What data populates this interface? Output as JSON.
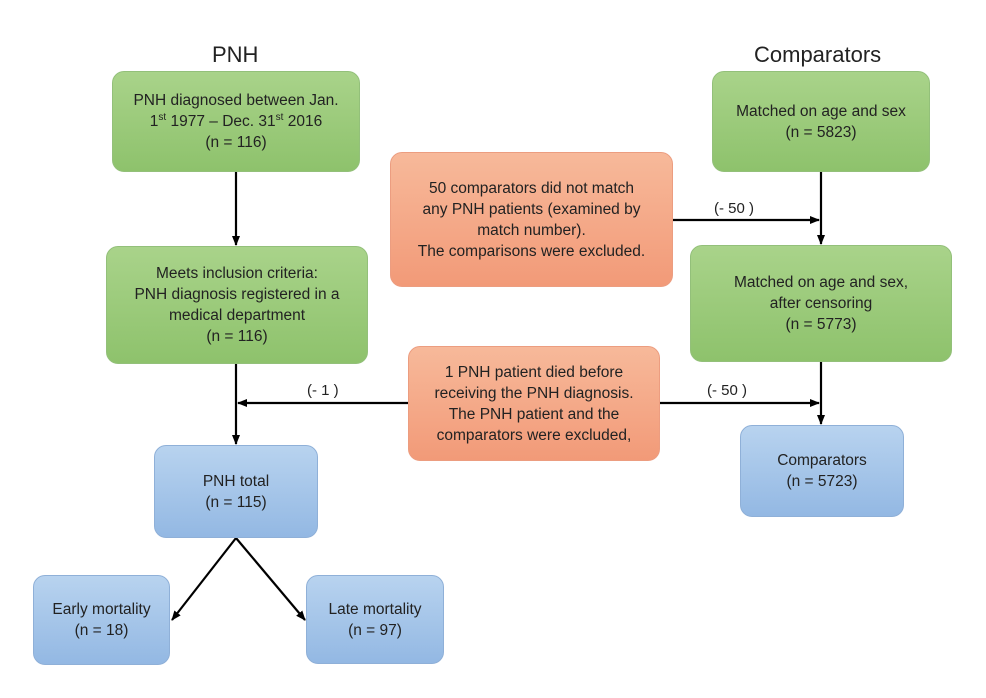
{
  "columns": {
    "left_title": "PNH",
    "right_title": "Comparators"
  },
  "boxes": {
    "pnh_diagnosed": {
      "line1": "PNH diagnosed between Jan.",
      "line2_a": "1",
      "line2_sup1": "st",
      "line2_b": " 1977 – Dec. 31",
      "line2_sup2": "st",
      "line2_c": " 2016",
      "line3": "(n = 116)"
    },
    "inclusion": {
      "line1": "Meets inclusion criteria:",
      "line2": "PNH diagnosis registered in a",
      "line3": "medical department",
      "line4": "(n = 116)"
    },
    "pnh_total": {
      "line1": "PNH total",
      "line2": "(n = 115)"
    },
    "early_mortality": {
      "line1": "Early mortality",
      "line2": "(n = 18)"
    },
    "late_mortality": {
      "line1": "Late mortality",
      "line2": "(n = 97)"
    },
    "matched": {
      "line1": "Matched on age and sex",
      "line2": "(n = 5823)"
    },
    "matched_censored": {
      "line1": "Matched on age and sex,",
      "line2": "after censoring",
      "line3": "(n = 5773)"
    },
    "comparators_final": {
      "line1": "Comparators",
      "line2": "(n = 5723)"
    },
    "excluded_comparators": {
      "line1": "50 comparators did not match",
      "line2": "any PNH patients (examined by",
      "line3": "match number).",
      "line4": "The comparisons were excluded."
    },
    "excluded_patient": {
      "line1": "1 PNH patient died before",
      "line2": "receiving the PNH diagnosis.",
      "line3": "The PNH patient and the",
      "line4": "comparators were excluded,"
    }
  },
  "edge_labels": {
    "minus_50_upper": "(- 50 )",
    "minus_1": "(- 1 )",
    "minus_50_lower": "(- 50 )"
  },
  "colors": {
    "green": "#9ccb7b",
    "orange": "#f4a886",
    "blue": "#a5c5ea",
    "arrow": "#000000"
  }
}
